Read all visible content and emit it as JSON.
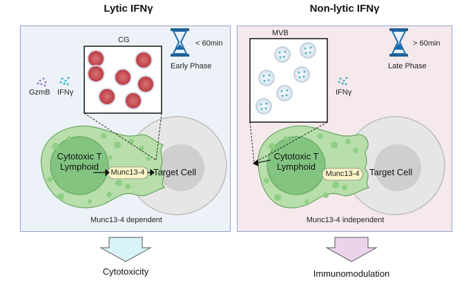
{
  "lytic": {
    "title": "Lytic IFNγ",
    "granule_label": "CG",
    "time": "< 60min",
    "phase": "Early Phase",
    "legend_gzmb": "GzmB",
    "legend_ifng": "IFNγ",
    "cell_label_line1": "Cytotoxic T",
    "cell_label_line2": "Lymphoid",
    "munc_label": "Munc13-4",
    "target_label": "Target Cell",
    "dependency": "Munc13-4 dependent",
    "outcome": "Cytotoxicity",
    "arrow_color": "#d9f4f8"
  },
  "nonlytic": {
    "title": "Non-lytic IFNγ",
    "granule_label": "MVB",
    "time": "> 60min",
    "phase": "Late Phase",
    "legend_ifng": "IFNγ",
    "cell_label_line1": "Cytotoxic T",
    "cell_label_line2": "Lymphoid",
    "munc_label": "Munc13-4",
    "target_label": "Target Cell",
    "dependency": "Munc13-4 independent",
    "outcome": "Immunomodulation",
    "arrow_color": "#ecd3ec"
  },
  "colors": {
    "tcell": "#b9dfae",
    "tcell_border": "#5fa35a",
    "nucleus": "#7cc17a",
    "target": "#e3e3e3",
    "target_border": "#b9b9b9",
    "munc": "#fbf5c8",
    "cg": "#c84a4f",
    "hourglass": "#1e6aa8"
  }
}
